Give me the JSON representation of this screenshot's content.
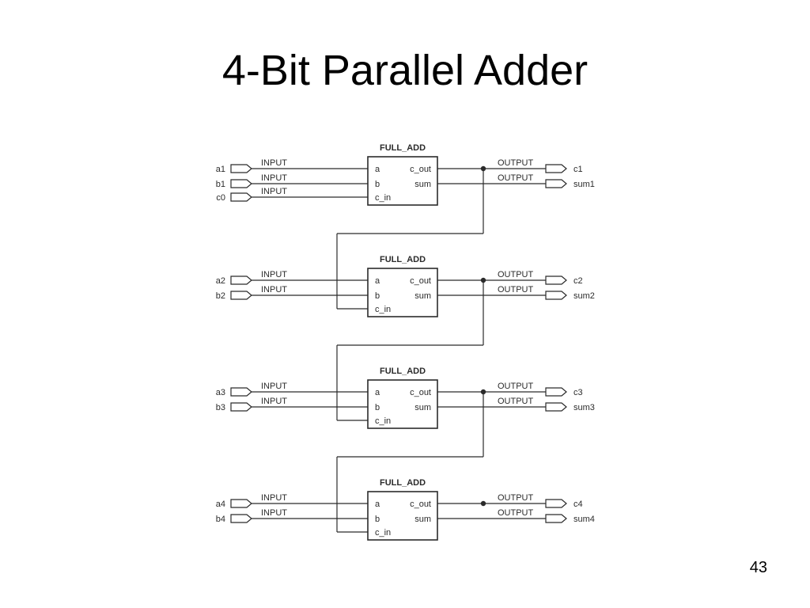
{
  "slide": {
    "title": "4-Bit Parallel Adder",
    "page_number": "43"
  },
  "diagram": {
    "block_name": "FULL_ADD",
    "input_tag": "INPUT",
    "output_tag": "OUTPUT",
    "ports": {
      "a": "a",
      "b": "b",
      "c_in": "c_in",
      "c_out": "c_out",
      "sum": "sum"
    },
    "stages": [
      {
        "input_a": "a1",
        "input_b": "b1",
        "carry_in": "c0",
        "carry_out": "c1",
        "sum_out": "sum1"
      },
      {
        "input_a": "a2",
        "input_b": "b2",
        "carry_out": "c2",
        "sum_out": "sum2"
      },
      {
        "input_a": "a3",
        "input_b": "b3",
        "carry_out": "c3",
        "sum_out": "sum3"
      },
      {
        "input_a": "a4",
        "input_b": "b4",
        "carry_out": "c4",
        "sum_out": "sum4"
      }
    ]
  }
}
